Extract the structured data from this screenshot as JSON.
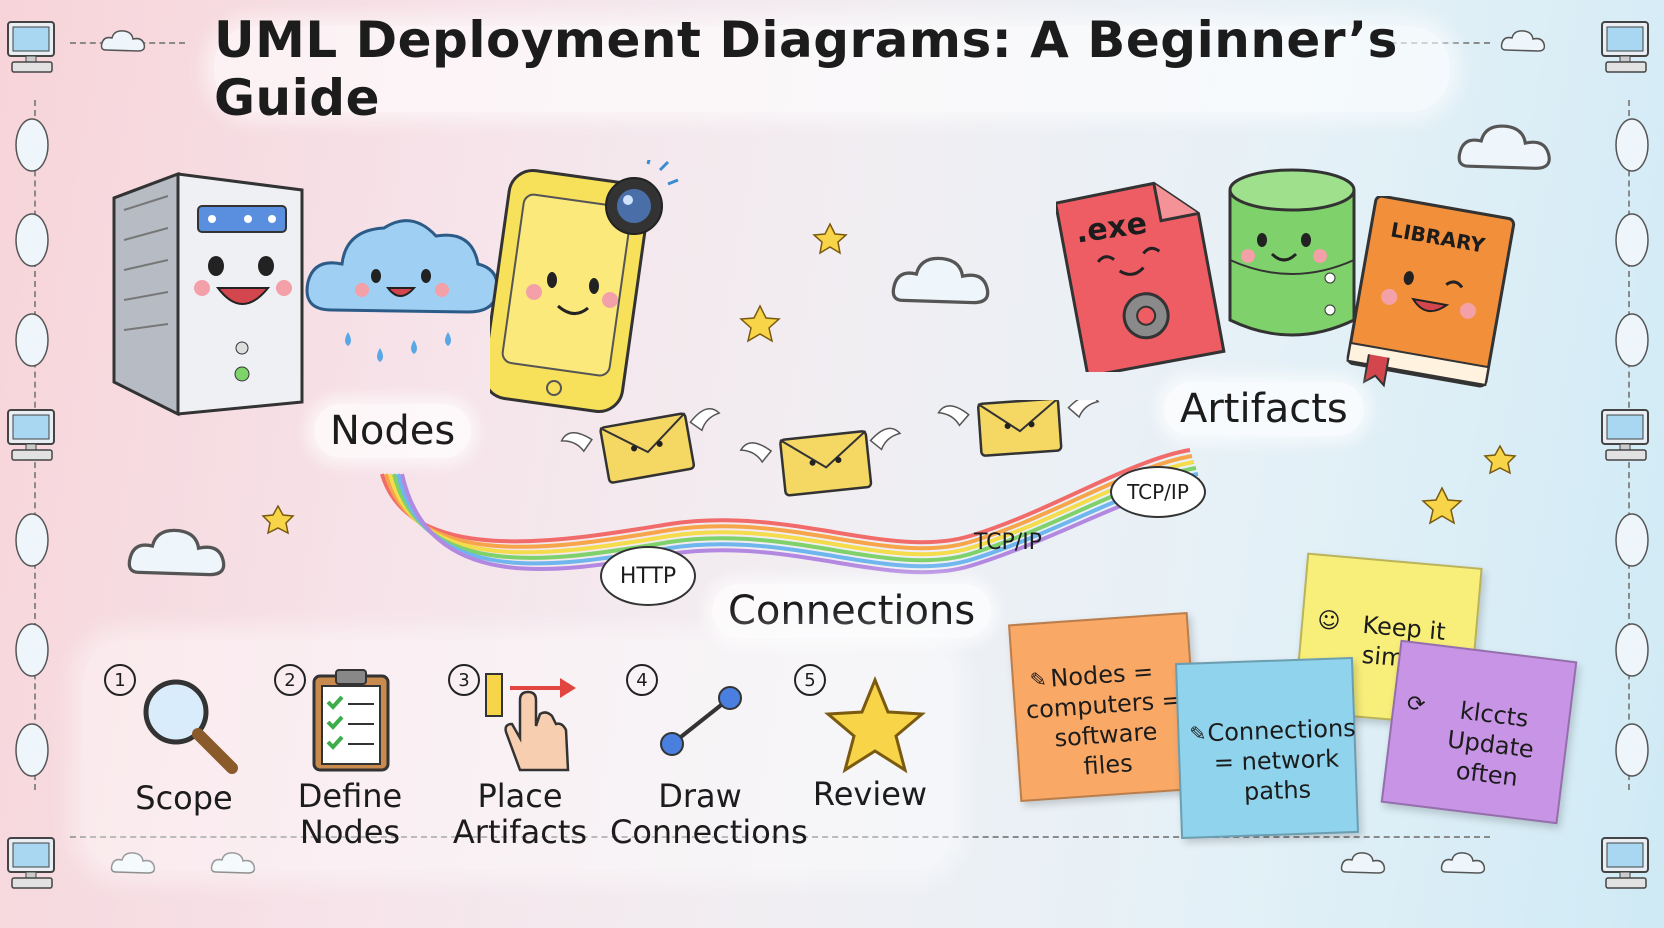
{
  "title": "UML Deployment Diagrams: A Beginner’s Guide",
  "sections": {
    "nodes": "Nodes",
    "artifacts": "Artifacts",
    "connections": "Connections"
  },
  "artifact_labels": {
    "exe": ".exe",
    "library": "LIBRARY"
  },
  "protocols": {
    "http": "HTTP",
    "tcpip_bubble": "TCP/IP",
    "tcpip_line": "TCP/IP"
  },
  "steps": [
    {
      "number": "1",
      "label": "Scope",
      "icon": "magnifier-icon"
    },
    {
      "number": "2",
      "label": "Define Nodes",
      "icon": "clipboard-icon"
    },
    {
      "number": "3",
      "label": "Place Artifacts",
      "icon": "drag-hand-icon"
    },
    {
      "number": "4",
      "label": "Draw Connections",
      "icon": "connector-icon"
    },
    {
      "number": "5",
      "label": "Review",
      "icon": "star-icon"
    }
  ],
  "notes": [
    {
      "text": "Nodes = computers = software files",
      "color": "#f9a866",
      "icon": "pencil-icon"
    },
    {
      "text": "Connections = network paths",
      "color": "#8fd3ec",
      "icon": "pencil-icon"
    },
    {
      "text": "Keep it simple",
      "color": "#f8ef7a",
      "icon": "tip-icon"
    },
    {
      "text": "klccts Update often",
      "color": "#c794e6",
      "icon": "refresh-icon"
    }
  ],
  "colors": {
    "server": "#d9dbe0",
    "cloud": "#9fd0f3",
    "phone": "#f7e05a",
    "exe_file": "#ee5d64",
    "database": "#7fd16b",
    "book": "#f28f3b",
    "envelope": "#f5d764"
  }
}
